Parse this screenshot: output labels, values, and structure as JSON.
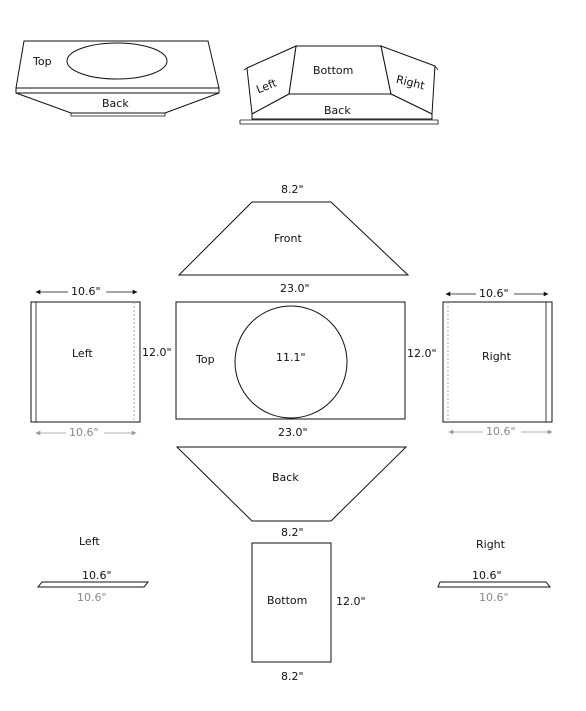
{
  "iso_views": {
    "top_view": {
      "top_label": "Top",
      "back_label": "Back"
    },
    "bottom_view": {
      "left_label": "Left",
      "bottom_label": "Bottom",
      "right_label": "Right",
      "back_label": "Back"
    }
  },
  "front": {
    "label": "Front",
    "top_dim": "8.2\"",
    "bottom_dim": "23.0\""
  },
  "top": {
    "label": "Top",
    "hole_dim": "11.1\"",
    "bottom_dim": "23.0\"",
    "left_height": "12.0\"",
    "right_height": "12.0\""
  },
  "left_panel": {
    "label": "Left",
    "top_dim": "10.6\"",
    "bottom_dim": "10.6\""
  },
  "right_panel": {
    "label": "Right",
    "top_dim": "10.6\"",
    "bottom_dim": "10.6\""
  },
  "back": {
    "label": "Back",
    "bottom_dim": "8.2\""
  },
  "bottom_panel": {
    "label": "Bottom",
    "height_dim": "12.0\"",
    "bottom_dim": "8.2\""
  },
  "left_edge": {
    "label": "Left",
    "top_dim": "10.6\"",
    "bottom_dim": "10.6\""
  },
  "right_edge": {
    "label": "Right",
    "top_dim": "10.6\"",
    "bottom_dim": "10.6\""
  }
}
